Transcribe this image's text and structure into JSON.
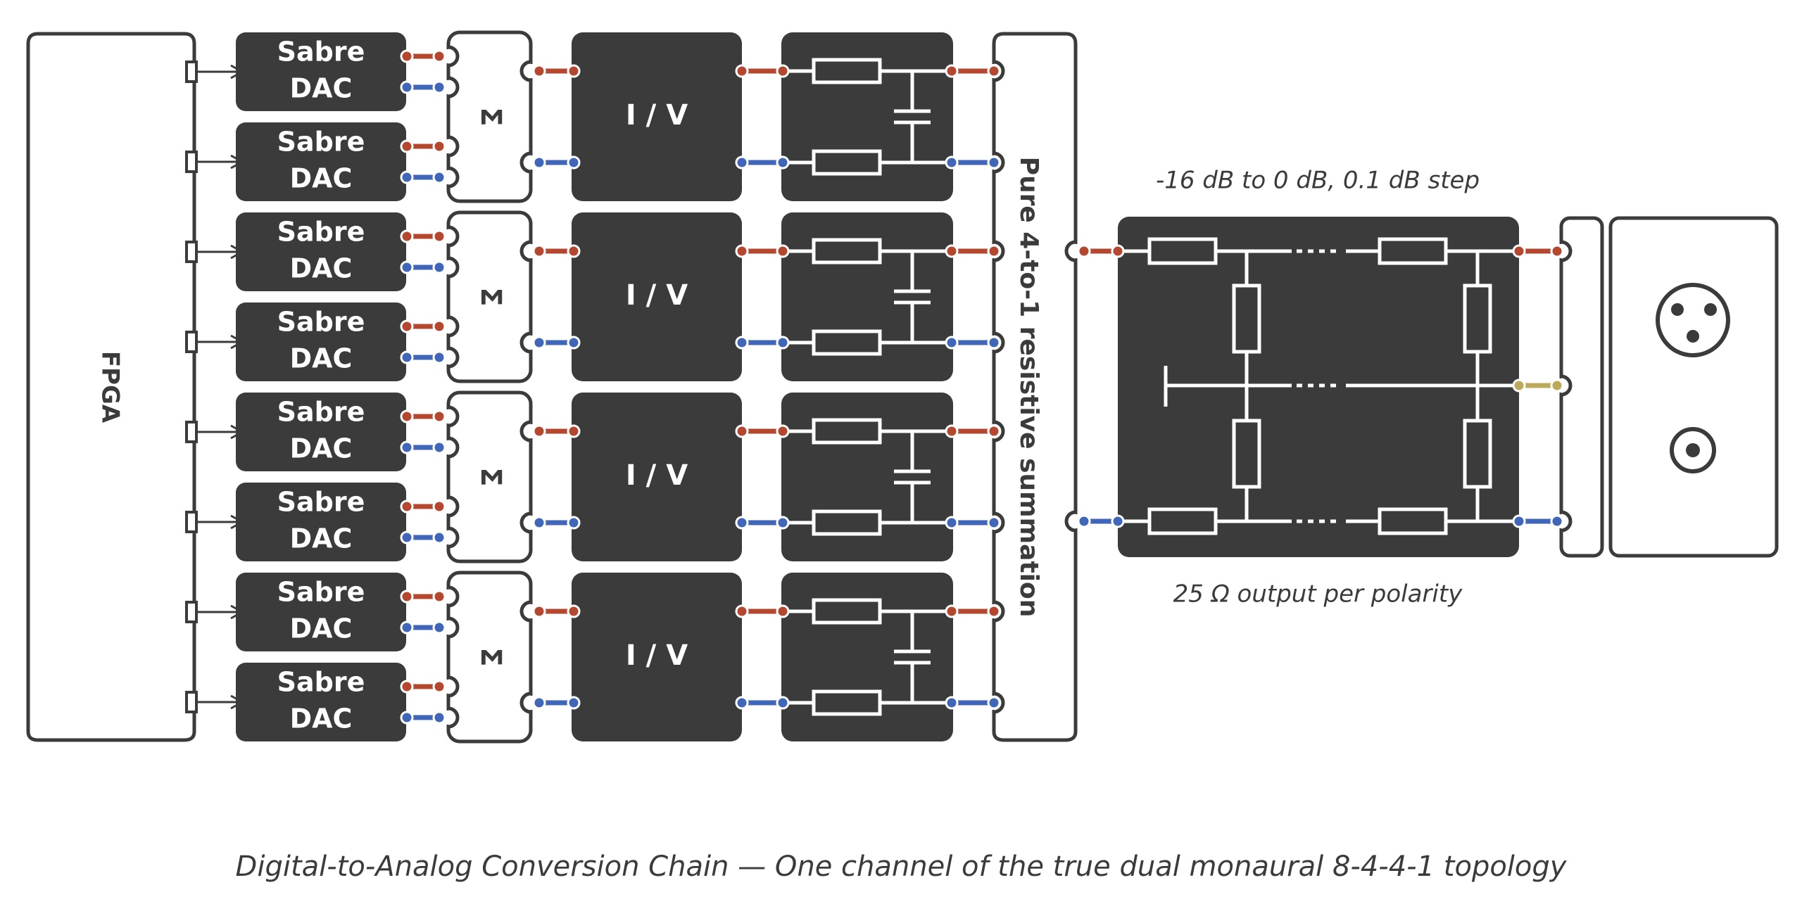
{
  "fpga_label": "FPGA",
  "dac": {
    "line1": "Sabre",
    "line2": "DAC",
    "count": 8
  },
  "sum_symbol": "Σ",
  "iv_label": "I / V",
  "summation_label": "Pure 4-to-1 resistive summation",
  "attenuator": {
    "range_label": "-16 dB to 0 dB, 0.1 dB step",
    "output_label": "25 Ω output per polarity"
  },
  "caption": "Digital-to-Analog Conversion Chain — One channel of the true dual monaural 8-4-4-1 topology",
  "colors": {
    "block": "#3b3b3b",
    "outline": "#3b3b3b",
    "positive": "#b5472f",
    "negative": "#3f66b8",
    "ground": "#bca95b",
    "text_light": "#ffffff",
    "text_dark": "#3b3b3b"
  },
  "connectors": [
    "xlr-connector-icon",
    "rca-connector-icon"
  ]
}
